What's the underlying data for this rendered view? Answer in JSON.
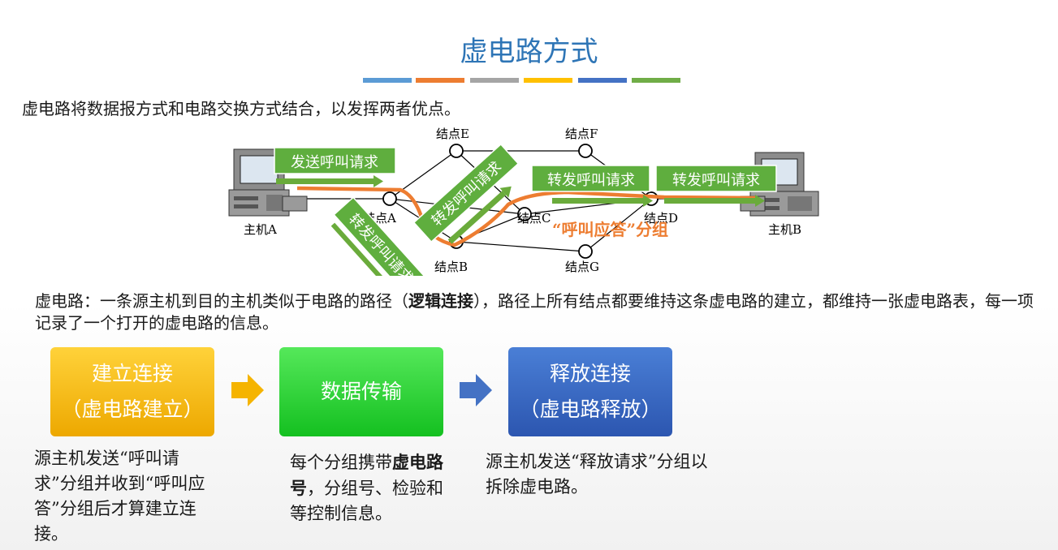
{
  "page": {
    "title": "虚电路方式",
    "accent_bar_colors": [
      "#5b9bd5",
      "#ed7d31",
      "#a5a5a5",
      "#ffc000",
      "#4472c4",
      "#70ad47"
    ],
    "intro": "虚电路将数据报方式和电路交换方式结合，以发挥两者优点。"
  },
  "diagram": {
    "host_a": "主机A",
    "host_b": "主机B",
    "nodes": {
      "a": "结点A",
      "b": "结点B",
      "c": "结点C",
      "d": "结点D",
      "e": "结点E",
      "f": "结点F",
      "g": "结点G"
    },
    "send_call_request": "发送呼叫请求",
    "forward_call_request": "转发呼叫请求",
    "call_answer": "“呼叫应答”分组"
  },
  "description": {
    "part1": "虚电路：一条源主机到目的主机类似于电路的路径（",
    "bold": "逻辑连接",
    "part2": "），路径上所有结点都要维持这条虚电路的建立，都维持一张虚电路表，每一项记录了一个打开的虚电路的信息。"
  },
  "steps": [
    {
      "line1": "建立连接",
      "line2": "（虚电路建立）",
      "color": "#f5b400"
    },
    {
      "line1": "数据传输",
      "color": "#22d02c"
    },
    {
      "line1": "释放连接",
      "line2": "（虚电路释放）",
      "color": "#3060b8"
    }
  ],
  "notes": {
    "establish": "源主机发送“呼叫请求”分组并收到“呼叫应答”分组后才算建立连接。",
    "transfer_pre": "每个分组携带",
    "transfer_bold": "虚电路号",
    "transfer_post": "，分组号、检验和等控制信息。",
    "release": "源主机发送“释放请求”分组以拆除虚电路。"
  }
}
